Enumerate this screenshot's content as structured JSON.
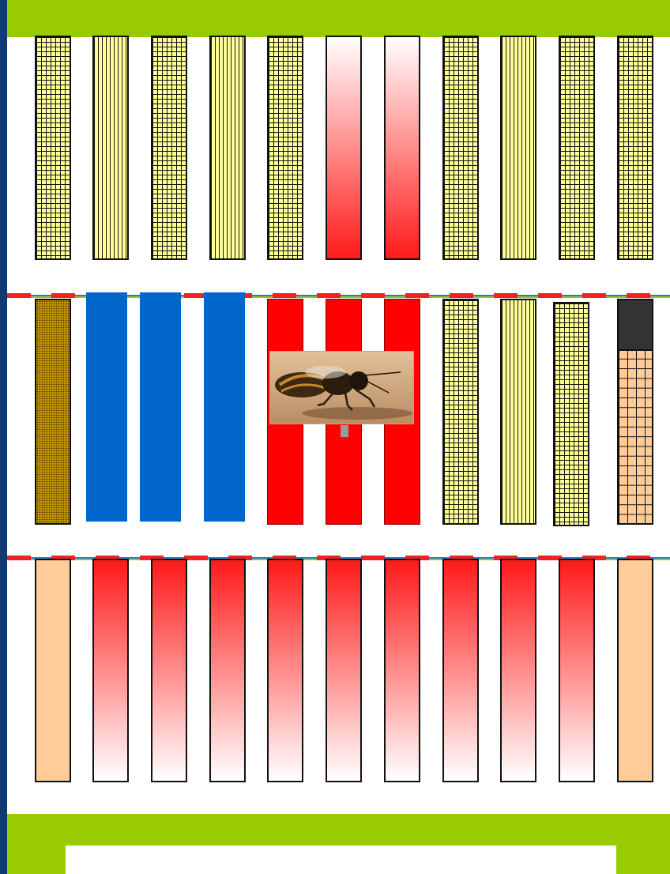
{
  "palette": {
    "band": "#99cc00",
    "honey": "#ffff99",
    "brood": "#ff1a1a",
    "pollen": "#ffcc99",
    "foundation": "#0066cc",
    "queen_cell": "#333333",
    "excluder_red": "#ee2222",
    "hive_body": "#ffffff",
    "background": "#1a4f9c"
  },
  "hive": {
    "boxes": [
      {
        "name": "upper-box",
        "frames": [
          "honey-grid",
          "honey-stripes",
          "honey-grid",
          "honey-stripes",
          "honey-grid",
          "brood-gradient-up",
          "brood-gradient-up",
          "honey-grid",
          "honey-stripes",
          "honey-grid",
          "honey-grid"
        ]
      },
      {
        "name": "middle-box",
        "frames": [
          "pollen-dotted",
          "foundation-blue",
          "foundation-blue",
          "foundation-blue",
          "brood-solid-red",
          "brood-solid-red",
          "brood-solid-red",
          "honey-grid",
          "honey-stripes",
          "honey-grid",
          "queen-cell-pollen-grid"
        ]
      },
      {
        "name": "lower-box",
        "frames": [
          "pollen-plain",
          "brood-gradient-down",
          "brood-gradient-down",
          "brood-gradient-down",
          "brood-gradient-down",
          "brood-gradient-down",
          "brood-gradient-down",
          "brood-gradient-down",
          "brood-gradient-down",
          "brood-gradient-down",
          "pollen-plain"
        ]
      }
    ],
    "photo": {
      "subject": "bee-icon"
    }
  }
}
